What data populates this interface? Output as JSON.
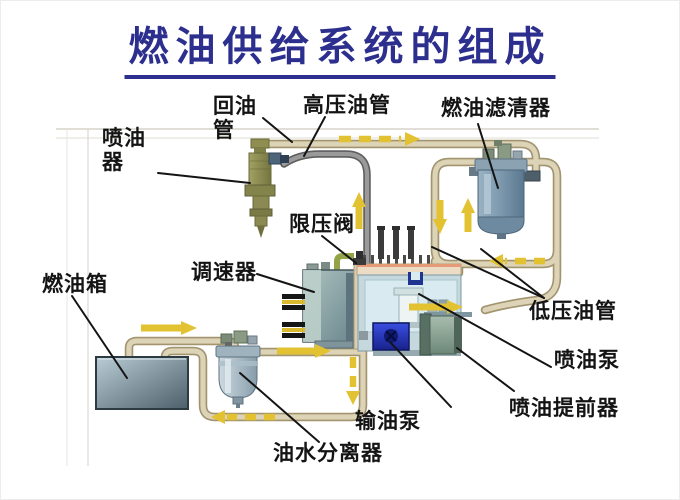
{
  "title": {
    "text": "燃油供给系统的组成"
  },
  "labels": {
    "injector": "喷油器",
    "return_pipe": "回油管",
    "high_pressure_pipe": "高压油管",
    "fuel_filter": "燃油滤清器",
    "pressure_limit_valve": "限压阀",
    "governor": "调速器",
    "fuel_tank": "燃油箱",
    "low_pressure_pipe": "低压油管",
    "injection_pump": "喷油泵",
    "timing_advancer": "喷油提前器",
    "transfer_pump": "输油泵",
    "water_separator": "油水分离器"
  },
  "colors": {
    "title_navy": "#2d2f8e",
    "label_black": "#141414",
    "pipe_tan_fill": "#ddd3b6",
    "pipe_tan_edge": "#a1946f",
    "pipe_gray": "#9a9a9a",
    "arrow_yellow": "#e3c232",
    "filter_blue": "#7d98ad",
    "tank_steel": "#8fa5b2",
    "transfer_pump_blue": "#2a3ccc",
    "advancer_green": "#8aa93",
    "injector_olive": "#8e8e50"
  }
}
